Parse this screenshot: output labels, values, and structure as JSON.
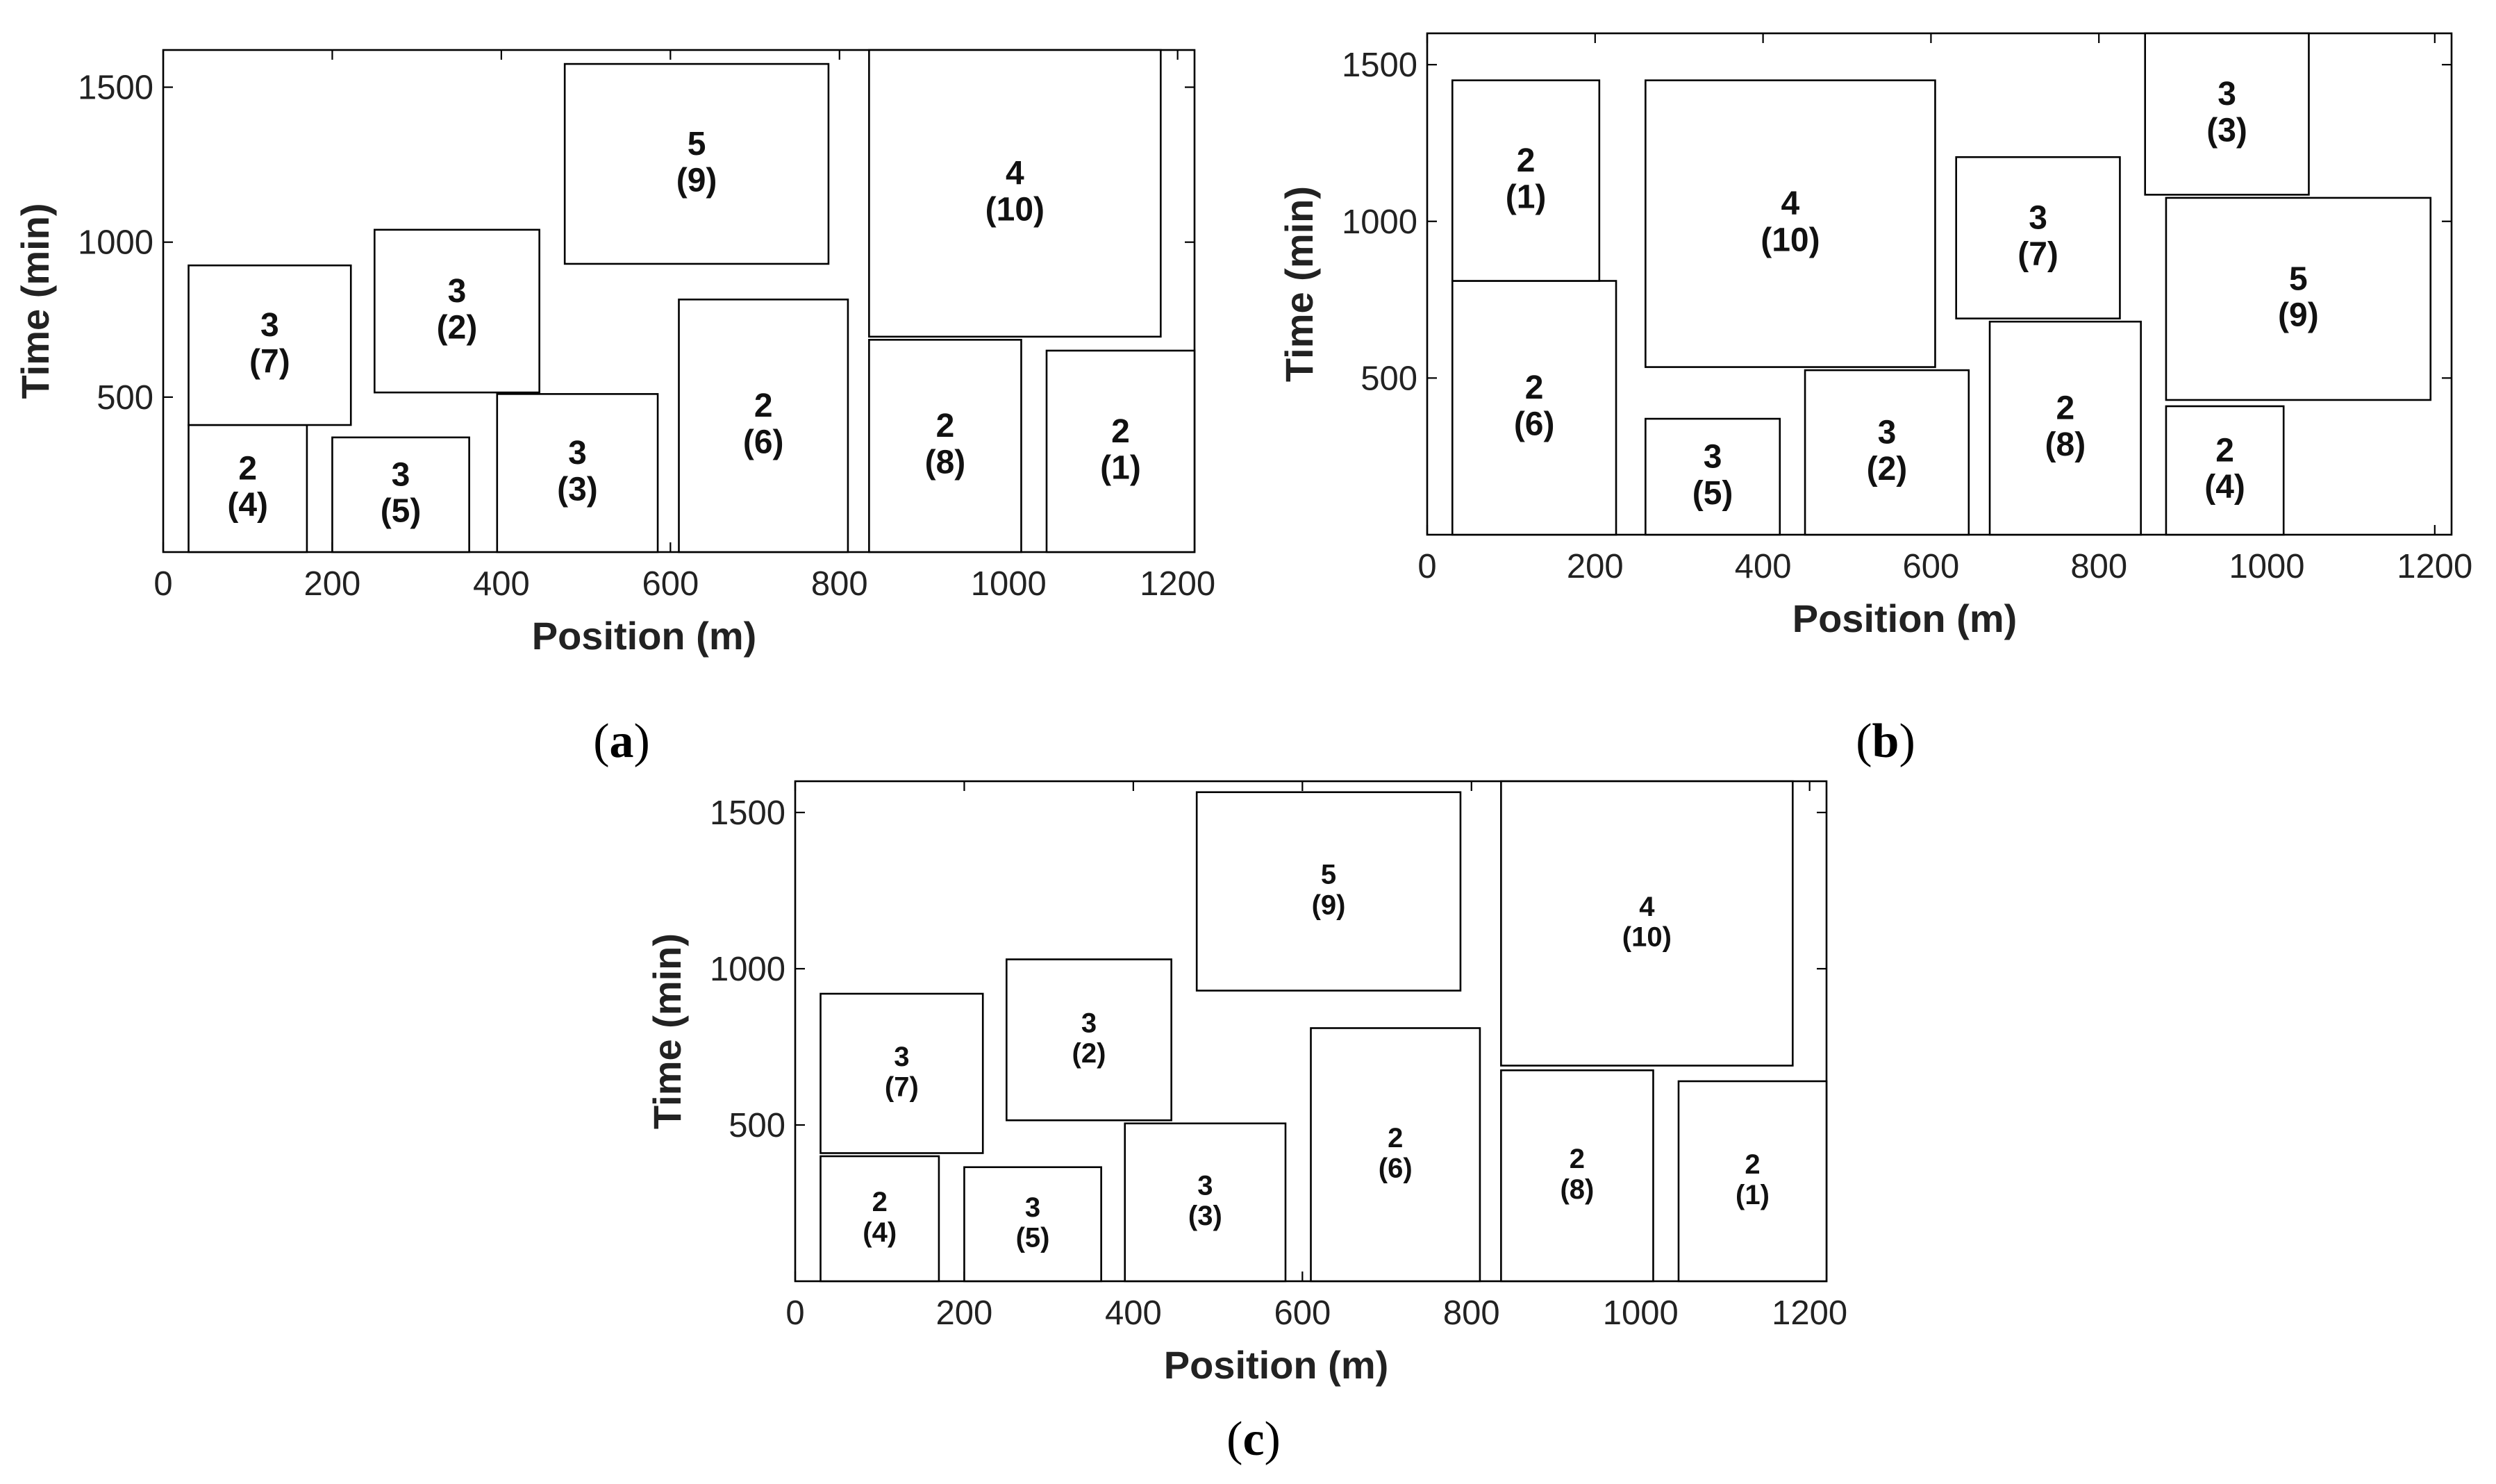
{
  "chart_data": [
    {
      "type": "rectangles",
      "panel_label": "(a)",
      "xlabel": "Position  (m)",
      "ylabel": "Time  (min)",
      "xlim": [
        0,
        1220
      ],
      "ylim": [
        0,
        1620
      ],
      "xticks": [
        0,
        200,
        400,
        600,
        800,
        1000,
        1200
      ],
      "yticks": [
        500,
        1000,
        1500
      ],
      "blocks": [
        {
          "top": "2",
          "bottom": "(4)",
          "x0": 30,
          "x1": 170,
          "y0": 0,
          "y1": 410
        },
        {
          "top": "3",
          "bottom": "(7)",
          "x0": 30,
          "x1": 222,
          "y0": 410,
          "y1": 925
        },
        {
          "top": "3",
          "bottom": "(5)",
          "x0": 200,
          "x1": 362,
          "y0": 0,
          "y1": 370
        },
        {
          "top": "3",
          "bottom": "(2)",
          "x0": 250,
          "x1": 445,
          "y0": 515,
          "y1": 1040
        },
        {
          "top": "3",
          "bottom": "(3)",
          "x0": 395,
          "x1": 585,
          "y0": 0,
          "y1": 510
        },
        {
          "top": "5",
          "bottom": "(9)",
          "x0": 475,
          "x1": 787,
          "y0": 930,
          "y1": 1575
        },
        {
          "top": "2",
          "bottom": "(6)",
          "x0": 610,
          "x1": 810,
          "y0": 0,
          "y1": 815
        },
        {
          "top": "4",
          "bottom": "(10)",
          "x0": 835,
          "x1": 1180,
          "y0": 695,
          "y1": 1620
        },
        {
          "top": "2",
          "bottom": "(8)",
          "x0": 835,
          "x1": 1015,
          "y0": 0,
          "y1": 685
        },
        {
          "top": "2",
          "bottom": "(1)",
          "x0": 1045,
          "x1": 1220,
          "y0": 0,
          "y1": 650
        }
      ]
    },
    {
      "type": "rectangles",
      "panel_label": "(b)",
      "xlabel": "Position  (m)",
      "ylabel": "Time  (min)",
      "xlim": [
        0,
        1220
      ],
      "ylim": [
        0,
        1600
      ],
      "xticks": [
        0,
        200,
        400,
        600,
        800,
        1000,
        1200
      ],
      "yticks": [
        500,
        1000,
        1500
      ],
      "blocks": [
        {
          "top": "2",
          "bottom": "(6)",
          "x0": 30,
          "x1": 225,
          "y0": 0,
          "y1": 810
        },
        {
          "top": "2",
          "bottom": "(1)",
          "x0": 30,
          "x1": 205,
          "y0": 810,
          "y1": 1450
        },
        {
          "top": "3",
          "bottom": "(5)",
          "x0": 260,
          "x1": 420,
          "y0": 0,
          "y1": 370
        },
        {
          "top": "4",
          "bottom": "(10)",
          "x0": 260,
          "x1": 605,
          "y0": 535,
          "y1": 1450
        },
        {
          "top": "3",
          "bottom": "(2)",
          "x0": 450,
          "x1": 645,
          "y0": 0,
          "y1": 525
        },
        {
          "top": "3",
          "bottom": "(7)",
          "x0": 630,
          "x1": 825,
          "y0": 690,
          "y1": 1205
        },
        {
          "top": "2",
          "bottom": "(8)",
          "x0": 670,
          "x1": 850,
          "y0": 0,
          "y1": 680
        },
        {
          "top": "3",
          "bottom": "(3)",
          "x0": 855,
          "x1": 1050,
          "y0": 1085,
          "y1": 1600
        },
        {
          "top": "5",
          "bottom": "(9)",
          "x0": 880,
          "x1": 1195,
          "y0": 430,
          "y1": 1075
        },
        {
          "top": "2",
          "bottom": "(4)",
          "x0": 880,
          "x1": 1020,
          "y0": 0,
          "y1": 410
        }
      ]
    },
    {
      "type": "rectangles",
      "panel_label": "(c)",
      "xlabel": "Position  (m)",
      "ylabel": "Time  (min)",
      "xlim": [
        0,
        1220
      ],
      "ylim": [
        0,
        1600
      ],
      "xticks": [
        0,
        200,
        400,
        600,
        800,
        1000,
        1200
      ],
      "yticks": [
        500,
        1000,
        1500
      ],
      "blocks": [
        {
          "top": "2",
          "bottom": "(4)",
          "x0": 30,
          "x1": 170,
          "y0": 0,
          "y1": 400
        },
        {
          "top": "3",
          "bottom": "(7)",
          "x0": 30,
          "x1": 222,
          "y0": 410,
          "y1": 920
        },
        {
          "top": "3",
          "bottom": "(5)",
          "x0": 200,
          "x1": 362,
          "y0": 0,
          "y1": 365
        },
        {
          "top": "3",
          "bottom": "(2)",
          "x0": 250,
          "x1": 445,
          "y0": 515,
          "y1": 1030
        },
        {
          "top": "3",
          "bottom": "(3)",
          "x0": 390,
          "x1": 580,
          "y0": 0,
          "y1": 505
        },
        {
          "top": "5",
          "bottom": "(9)",
          "x0": 475,
          "x1": 787,
          "y0": 930,
          "y1": 1565
        },
        {
          "top": "2",
          "bottom": "(6)",
          "x0": 610,
          "x1": 810,
          "y0": 0,
          "y1": 810
        },
        {
          "top": "4",
          "bottom": "(10)",
          "x0": 835,
          "x1": 1180,
          "y0": 690,
          "y1": 1600
        },
        {
          "top": "2",
          "bottom": "(8)",
          "x0": 835,
          "x1": 1015,
          "y0": 0,
          "y1": 675
        },
        {
          "top": "2",
          "bottom": "(1)",
          "x0": 1045,
          "x1": 1220,
          "y0": 0,
          "y1": 640
        }
      ]
    }
  ]
}
